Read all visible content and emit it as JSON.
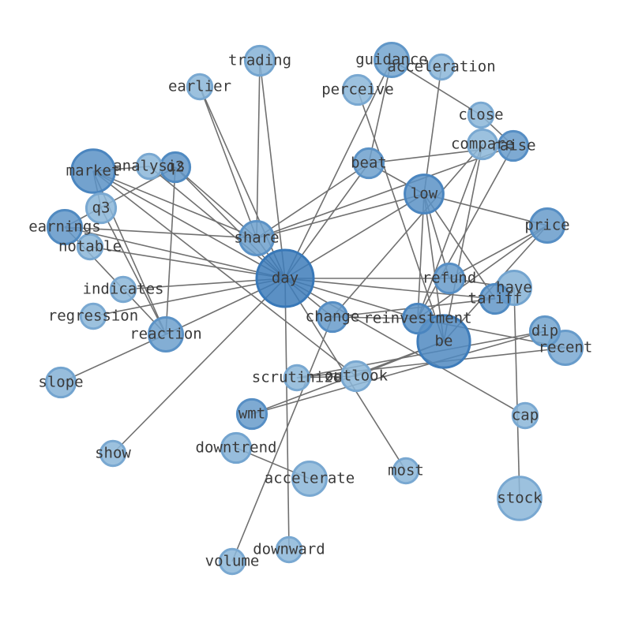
{
  "graph": {
    "nodes": [
      {
        "id": "day",
        "label": "day",
        "weight": 10,
        "shade": 0.95
      },
      {
        "id": "be",
        "label": "be",
        "weight": 9,
        "shade": 0.8
      },
      {
        "id": "market",
        "label": "market",
        "weight": 7,
        "shade": 0.7
      },
      {
        "id": "low",
        "label": "low",
        "weight": 6,
        "shade": 0.7
      },
      {
        "id": "stock",
        "label": "stock",
        "weight": 7,
        "shade": 0.3
      },
      {
        "id": "price",
        "label": "price",
        "weight": 5,
        "shade": 0.6
      },
      {
        "id": "earnings",
        "label": "earnings",
        "weight": 5,
        "shade": 0.65
      },
      {
        "id": "share",
        "label": "share",
        "weight": 5,
        "shade": 0.55
      },
      {
        "id": "reaction",
        "label": "reaction",
        "weight": 5,
        "shade": 0.55
      },
      {
        "id": "have",
        "label": "have",
        "weight": 5,
        "shade": 0.35
      },
      {
        "id": "guidance",
        "label": "guidance",
        "weight": 5,
        "shade": 0.5
      },
      {
        "id": "recent",
        "label": "recent",
        "weight": 5,
        "shade": 0.45
      },
      {
        "id": "refund",
        "label": "refund",
        "weight": 4,
        "shade": 0.6
      },
      {
        "id": "beat",
        "label": "beat",
        "weight": 4,
        "shade": 0.55
      },
      {
        "id": "accelerate",
        "label": "accelerate",
        "weight": 5,
        "shade": 0.3
      },
      {
        "id": "q2",
        "label": "q2",
        "weight": 4,
        "shade": 0.65
      },
      {
        "id": "raise",
        "label": "raise",
        "weight": 4,
        "shade": 0.6
      },
      {
        "id": "tariff",
        "label": "tariff",
        "weight": 4,
        "shade": 0.65
      },
      {
        "id": "reinvestment",
        "label": "reinvestment",
        "weight": 4,
        "shade": 0.7
      },
      {
        "id": "change",
        "label": "change",
        "weight": 4,
        "shade": 0.6
      },
      {
        "id": "wmt",
        "label": "wmt",
        "weight": 4,
        "shade": 0.6
      },
      {
        "id": "outlook",
        "label": "outlook",
        "weight": 4,
        "shade": 0.3
      },
      {
        "id": "trading",
        "label": "trading",
        "weight": 4,
        "shade": 0.35
      },
      {
        "id": "perceive",
        "label": "perceive",
        "weight": 4,
        "shade": 0.3
      },
      {
        "id": "compare",
        "label": "compare",
        "weight": 4,
        "shade": 0.3
      },
      {
        "id": "q3",
        "label": "q3",
        "weight": 4,
        "shade": 0.3
      },
      {
        "id": "slope",
        "label": "slope",
        "weight": 4,
        "shade": 0.35
      },
      {
        "id": "downtrend",
        "label": "downtrend",
        "weight": 4,
        "shade": 0.35
      },
      {
        "id": "dip",
        "label": "dip",
        "weight": 4,
        "shade": 0.5
      },
      {
        "id": "close",
        "label": "close",
        "weight": 3,
        "shade": 0.3
      },
      {
        "id": "acceleration",
        "label": "acceleration",
        "weight": 3,
        "shade": 0.3
      },
      {
        "id": "analysis",
        "label": "analysis",
        "weight": 3,
        "shade": 0.3
      },
      {
        "id": "notable",
        "label": "notable",
        "weight": 3,
        "shade": 0.3
      },
      {
        "id": "indicates",
        "label": "indicates",
        "weight": 3,
        "shade": 0.3
      },
      {
        "id": "regression",
        "label": "regression",
        "weight": 3,
        "shade": 0.3
      },
      {
        "id": "scrutinize",
        "label": "scrutinize",
        "weight": 3,
        "shade": 0.3
      },
      {
        "id": "cap",
        "label": "cap",
        "weight": 3,
        "shade": 0.3
      },
      {
        "id": "most",
        "label": "most",
        "weight": 3,
        "shade": 0.3
      },
      {
        "id": "show",
        "label": "show",
        "weight": 3,
        "shade": 0.3
      },
      {
        "id": "earlier",
        "label": "earlier",
        "weight": 3,
        "shade": 0.3
      },
      {
        "id": "downward",
        "label": "downward",
        "weight": 3,
        "shade": 0.3
      },
      {
        "id": "volume",
        "label": "volume",
        "weight": 3,
        "shade": 0.3
      }
    ],
    "edges": [
      [
        "day",
        "share"
      ],
      [
        "day",
        "earnings"
      ],
      [
        "day",
        "notable"
      ],
      [
        "day",
        "indicates"
      ],
      [
        "day",
        "regression"
      ],
      [
        "day",
        "reaction"
      ],
      [
        "day",
        "show"
      ],
      [
        "day",
        "downward"
      ],
      [
        "day",
        "most"
      ],
      [
        "day",
        "cap"
      ],
      [
        "day",
        "refund"
      ],
      [
        "day",
        "tariff"
      ],
      [
        "day",
        "reinvestment"
      ],
      [
        "day",
        "beat"
      ],
      [
        "day",
        "guidance"
      ],
      [
        "day",
        "trading"
      ],
      [
        "day",
        "earlier"
      ],
      [
        "day",
        "q2"
      ],
      [
        "day",
        "analysis"
      ],
      [
        "day",
        "low"
      ],
      [
        "day",
        "change"
      ],
      [
        "day",
        "market"
      ],
      [
        "share",
        "market"
      ],
      [
        "share",
        "earnings"
      ],
      [
        "share",
        "q2"
      ],
      [
        "share",
        "low"
      ],
      [
        "share",
        "beat"
      ],
      [
        "share",
        "raise"
      ],
      [
        "share",
        "earlier"
      ],
      [
        "share",
        "trading"
      ],
      [
        "market",
        "reaction"
      ],
      [
        "market",
        "q3"
      ],
      [
        "market",
        "outlook"
      ],
      [
        "market",
        "analysis"
      ],
      [
        "earnings",
        "reaction"
      ],
      [
        "earnings",
        "q2"
      ],
      [
        "q3",
        "reaction"
      ],
      [
        "q2",
        "reaction"
      ],
      [
        "low",
        "price"
      ],
      [
        "low",
        "refund"
      ],
      [
        "low",
        "tariff"
      ],
      [
        "low",
        "reinvestment"
      ],
      [
        "low",
        "be"
      ],
      [
        "low",
        "beat"
      ],
      [
        "price",
        "refund"
      ],
      [
        "price",
        "reinvestment"
      ],
      [
        "price",
        "be"
      ],
      [
        "have",
        "stock"
      ],
      [
        "have",
        "refund"
      ],
      [
        "reinvestment",
        "compare"
      ],
      [
        "reinvestment",
        "raise"
      ],
      [
        "reinvestment",
        "recent"
      ],
      [
        "reinvestment",
        "change"
      ],
      [
        "be",
        "perceive"
      ],
      [
        "be",
        "wmt"
      ],
      [
        "be",
        "outlook"
      ],
      [
        "be",
        "compare"
      ],
      [
        "change",
        "volume"
      ],
      [
        "change",
        "compare"
      ],
      [
        "beat",
        "guidance"
      ],
      [
        "beat",
        "raise"
      ],
      [
        "guidance",
        "close"
      ],
      [
        "close",
        "raise"
      ],
      [
        "acceleration",
        "low"
      ],
      [
        "dip",
        "wmt"
      ],
      [
        "dip",
        "scrutinize"
      ],
      [
        "recent",
        "scrutinize"
      ],
      [
        "scrutinize",
        "outlook"
      ],
      [
        "downtrend",
        "accelerate"
      ],
      [
        "reaction",
        "slope"
      ],
      [
        "tariff",
        "change"
      ]
    ]
  }
}
